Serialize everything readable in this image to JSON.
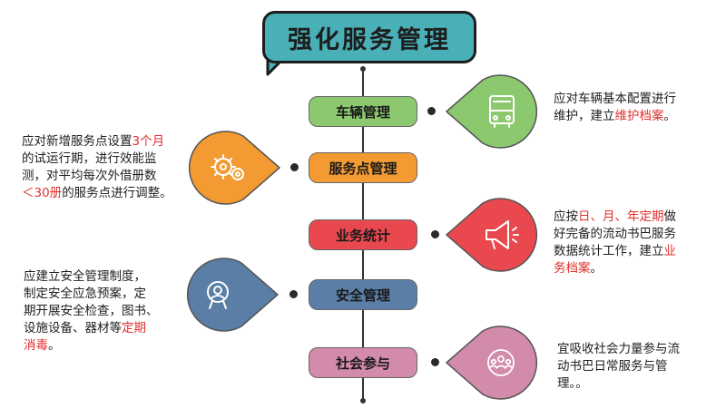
{
  "title": "强化服务管理",
  "colors": {
    "title_bg": "#4ab0b8",
    "highlight": "#e0312e",
    "vehicle": "#8cc96e",
    "service_point": "#f39a32",
    "statistics": "#e9484f",
    "safety": "#5a7ea5",
    "social": "#d38bab"
  },
  "items": [
    {
      "label": "车辆管理",
      "icon": "bus-icon",
      "text": [
        {
          "t": "应对车辆基本配置进行",
          "hl": false
        },
        {
          "t": "\n维护，建立",
          "hl": false
        },
        {
          "t": "维护档案",
          "hl": true
        },
        {
          "t": "。",
          "hl": false
        }
      ]
    },
    {
      "label": "服务点管理",
      "icon": "gears-icon",
      "text": [
        {
          "t": "应对新增服务点设置",
          "hl": false
        },
        {
          "t": "3个月",
          "hl": true
        },
        {
          "t": "\n的试运行期，进行效能监\n测，对平均每次外借册数\n",
          "hl": false
        },
        {
          "t": "＜30册",
          "hl": true
        },
        {
          "t": "的服务点进行调整。",
          "hl": false
        }
      ]
    },
    {
      "label": "业务统计",
      "icon": "megaphone-icon",
      "text": [
        {
          "t": "应按",
          "hl": false
        },
        {
          "t": "日、月、年定期",
          "hl": true
        },
        {
          "t": "做\n好完备的流动书巴服务\n数据统计工作，建立",
          "hl": false
        },
        {
          "t": "业\n务档案",
          "hl": true
        },
        {
          "t": "。",
          "hl": false
        }
      ]
    },
    {
      "label": "安全管理",
      "icon": "badge-icon",
      "text": [
        {
          "t": "应建立安全管理制度，\n制定安全应急预案，定\n期开展安全检查，图书、\n设施设备、器材等",
          "hl": false
        },
        {
          "t": "定期\n消毒",
          "hl": true
        },
        {
          "t": "。",
          "hl": false
        }
      ]
    },
    {
      "label": "社会参与",
      "icon": "people-icon",
      "text": [
        {
          "t": "宜吸收社会力量参与流\n动书巴日常服务与管\n理。。",
          "hl": false
        }
      ]
    }
  ]
}
